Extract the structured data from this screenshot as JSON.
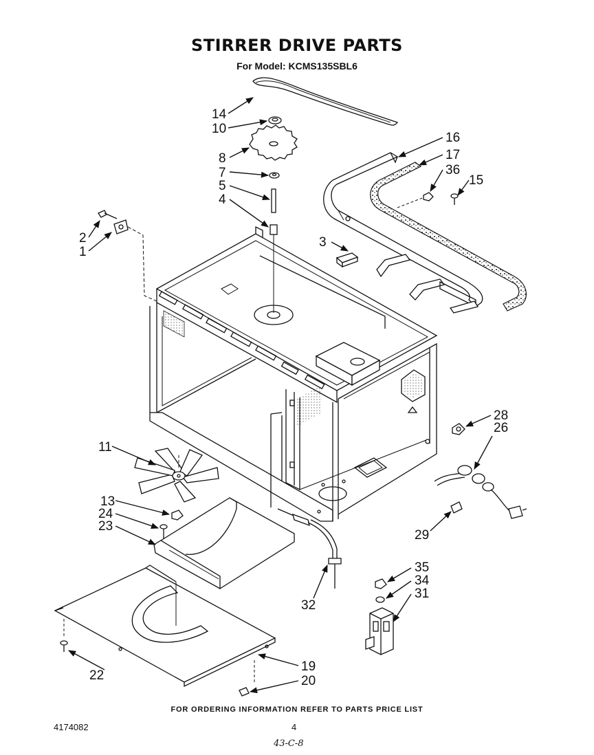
{
  "title": "STIRRER DRIVE PARTS",
  "subtitle": "For Model: KCMS135SBL6",
  "footer": "FOR ORDERING INFORMATION REFER TO PARTS PRICE LIST",
  "doc_number": "4174082",
  "page_number": "4",
  "handwritten_note": "43-C-8",
  "callouts": [
    "14",
    "10",
    "8",
    "7",
    "5",
    "4",
    "2",
    "1",
    "3",
    "16",
    "17",
    "36",
    "15",
    "11",
    "13",
    "24",
    "23",
    "28",
    "26",
    "29",
    "32",
    "35",
    "34",
    "31",
    "22",
    "19",
    "20"
  ]
}
